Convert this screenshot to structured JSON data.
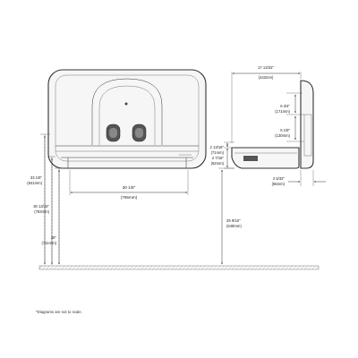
{
  "note": "*Diagrams are not to scale.",
  "front_view": {
    "overall_height": {
      "value": "33 1/8\"",
      "metric": "(841mm)"
    },
    "bed_height": {
      "value": "30 13/16\"",
      "metric": "(783mm)"
    },
    "lower_height": {
      "value": "28\"",
      "metric": "(711mm)"
    },
    "width": {
      "value": "30 1/8\"",
      "metric": "(765mm)"
    }
  },
  "side_view": {
    "depth": {
      "value": "17 13/32\"",
      "metric": "(442mm)"
    },
    "upper_offset": {
      "value": "6 3/4\"",
      "metric": "(171mm)"
    },
    "mount_offset": {
      "value": "5 1/8\"",
      "metric": "(130mm)"
    },
    "rail_height": {
      "value": "2 13/16\"",
      "metric": "(71mm)"
    },
    "bed_thickness": {
      "value": "2 7/16\"",
      "metric": "(62mm)"
    },
    "mount_depth": {
      "value": "2 5/32\"",
      "metric": "(55mm)"
    },
    "mount_height": {
      "value": "25 9/16\"",
      "metric": "(649mm)"
    }
  }
}
